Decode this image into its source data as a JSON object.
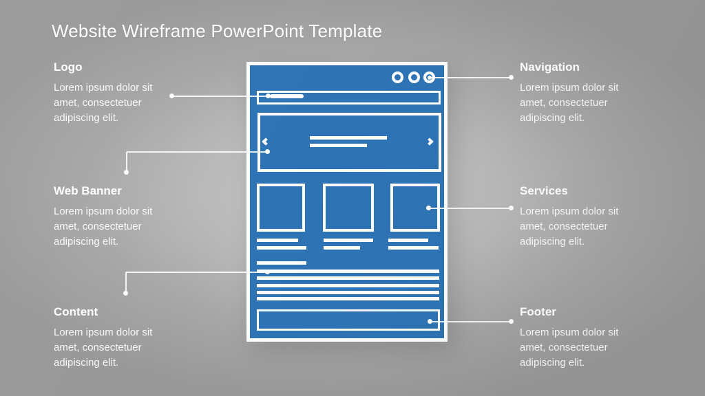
{
  "slide": {
    "title": "Website Wireframe PowerPoint Template"
  },
  "colors": {
    "wireframe_blue": "#2E74B5",
    "background_gray": "#ABABAB",
    "text_white": "#FFFFFF",
    "connector_white": "#F2F2F2"
  },
  "callouts": {
    "logo": {
      "heading": "Logo",
      "lines": [
        "Lorem ipsum dolor sit",
        "amet, consectetuer",
        "adipiscing elit."
      ]
    },
    "web_banner": {
      "heading": "Web Banner",
      "lines": [
        "Lorem ipsum dolor sit",
        "amet, consectetuer",
        "adipiscing elit."
      ]
    },
    "content": {
      "heading": "Content",
      "lines": [
        "Lorem ipsum dolor sit",
        "amet, consectetuer",
        "adipiscing elit."
      ]
    },
    "navigation": {
      "heading": "Navigation",
      "lines": [
        "Lorem ipsum dolor sit",
        "amet, consectetuer",
        "adipiscing elit."
      ]
    },
    "services": {
      "heading": "Services",
      "lines": [
        "Lorem ipsum dolor sit",
        "amet, consectetuer",
        "adipiscing elit."
      ]
    },
    "footer": {
      "heading": "Footer",
      "lines": [
        "Lorem ipsum dolor sit",
        "amet, consectetuer",
        "adipiscing elit."
      ]
    }
  }
}
